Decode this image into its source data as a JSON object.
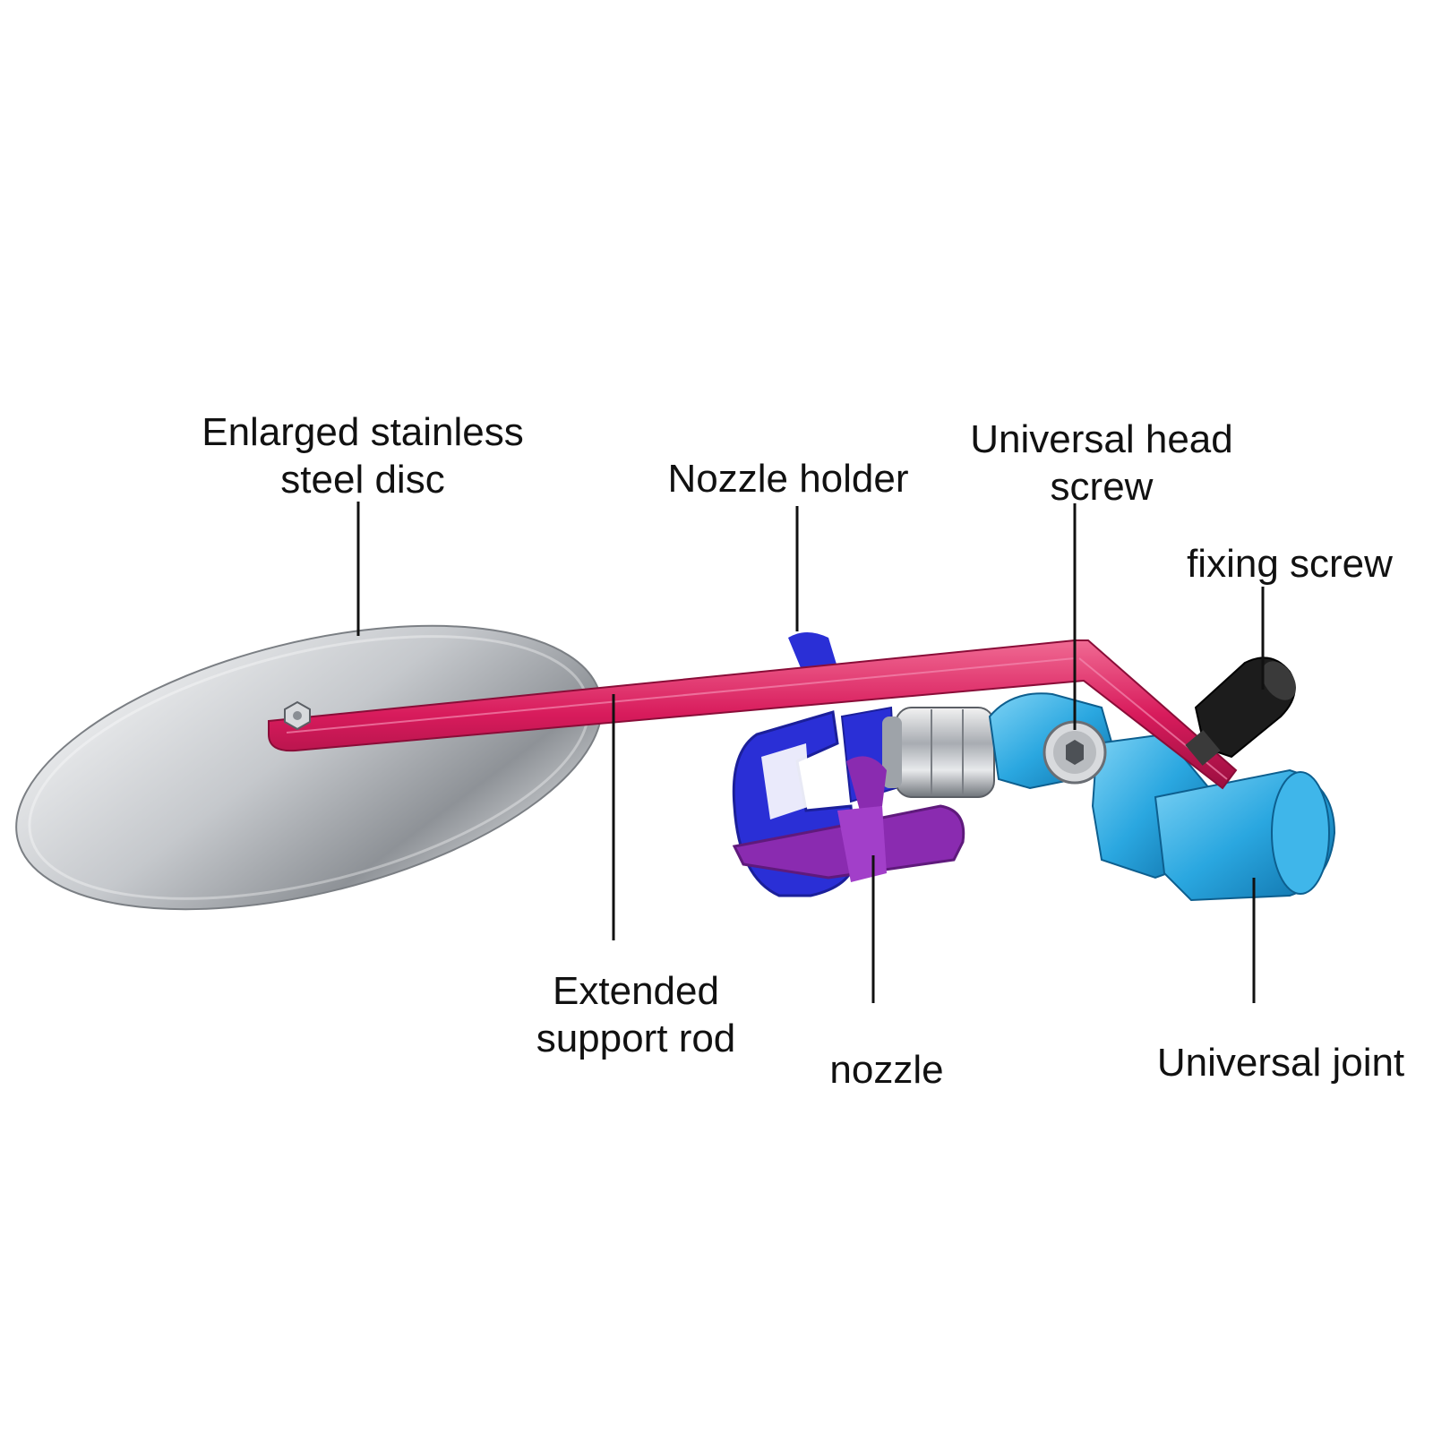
{
  "labels": {
    "disc": {
      "line1": "Enlarged stainless",
      "line2": "steel disc"
    },
    "nozzle_holder": "Nozzle holder",
    "universal_head_screw": {
      "line1": "Universal head",
      "line2": "screw"
    },
    "fixing_screw": "fixing screw",
    "extended_rod": {
      "line1": "Extended",
      "line2": "support rod"
    },
    "nozzle": "nozzle",
    "universal_joint": "Universal joint"
  },
  "colors": {
    "rod": "#d81b5c",
    "disc": "#c9cccf",
    "nozzle_holder": "#2a2fd6",
    "nozzle_tip": "#8a2bb0",
    "joint": "#2aa7e0",
    "knob": "#1c1c1c",
    "leader": "#111111"
  }
}
